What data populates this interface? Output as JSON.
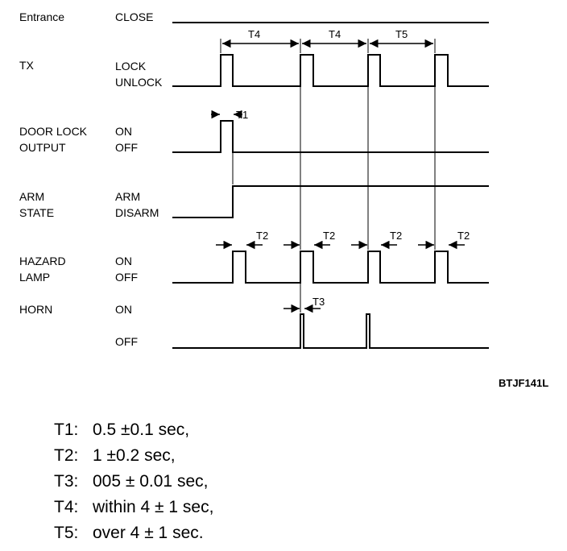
{
  "signals": [
    {
      "name": "Entrance",
      "states": [
        "CLOSE"
      ]
    },
    {
      "name": "TX",
      "states": [
        "LOCK",
        "UNLOCK"
      ]
    },
    {
      "name_lines": [
        "DOOR LOCK",
        "OUTPUT"
      ],
      "states": [
        "ON",
        "OFF"
      ]
    },
    {
      "name_lines": [
        "ARM",
        "STATE"
      ],
      "states": [
        "ARM",
        "DISARM"
      ]
    },
    {
      "name_lines": [
        "HAZARD",
        "LAMP"
      ],
      "states": [
        "ON",
        "OFF"
      ]
    },
    {
      "name": "HORN",
      "states": [
        "ON",
        "OFF"
      ]
    }
  ],
  "intervals": {
    "t1": "T1",
    "t2": "T2",
    "t3": "T3",
    "t4": "T4",
    "t5": "T5"
  },
  "figure_code": "BTJF141L",
  "notes": [
    {
      "key": "T1:",
      "value": "0.5 ±0.1 sec,"
    },
    {
      "key": "T2:",
      "value": "1 ±0.2 sec,"
    },
    {
      "key": "T3:",
      "value": "005 ± 0.01 sec,"
    },
    {
      "key": "T4:",
      "value": "within 4 ± 1 sec,"
    },
    {
      "key": "T5:",
      "value": "over 4 ± 1 sec."
    }
  ]
}
